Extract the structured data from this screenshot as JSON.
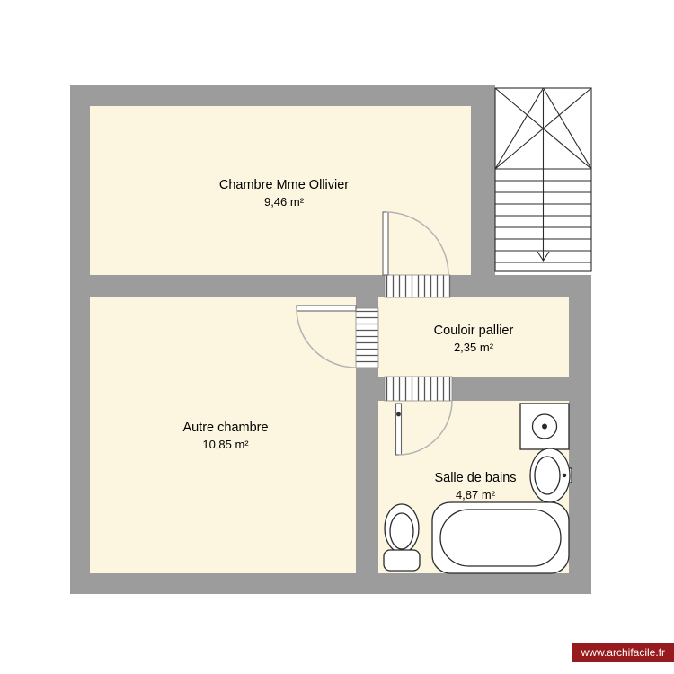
{
  "plan": {
    "rooms": [
      {
        "id": "chambre-mme-ollivier",
        "name": "Chambre Mme Ollivier",
        "area": "9,46 m²"
      },
      {
        "id": "couloir-pallier",
        "name": "Couloir pallier",
        "area": "2,35 m²"
      },
      {
        "id": "autre-chambre",
        "name": "Autre chambre",
        "area": "10,85 m²"
      },
      {
        "id": "salle-de-bains",
        "name": "Salle de bains",
        "area": "4,87 m²"
      }
    ],
    "fixtures": [
      {
        "icon": "stairs-icon"
      },
      {
        "icon": "door-swing-icon"
      },
      {
        "icon": "washing-machine-icon"
      },
      {
        "icon": "washbasin-icon"
      },
      {
        "icon": "toilet-icon"
      },
      {
        "icon": "bathtub-icon"
      }
    ]
  },
  "watermark": {
    "text": "www.archifacile.fr"
  },
  "colors": {
    "room_fill": "#FCF6E0",
    "wall": "#9C9C9C",
    "line": "#2a2a2a",
    "arc": "#b3b3b3",
    "watermark_bg": "#971B1E",
    "watermark_text": "#ffffff"
  }
}
